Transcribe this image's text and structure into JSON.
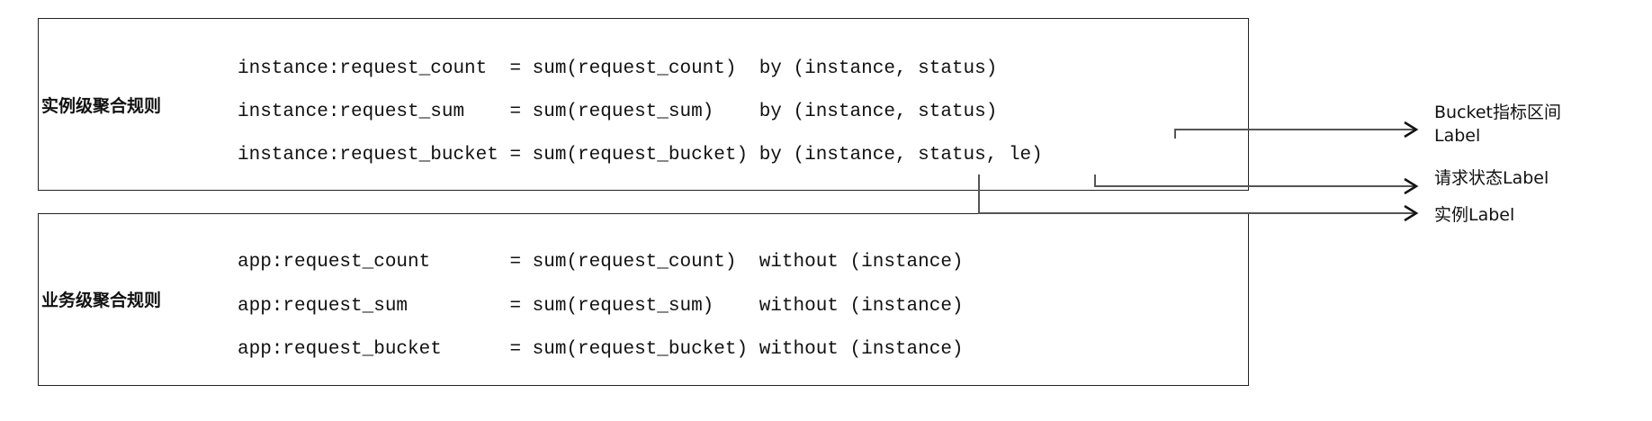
{
  "instance_rules": {
    "title": "实例级聚合规则",
    "lines": [
      "instance:request_count  = sum(request_count)  by (instance, status)",
      "instance:request_sum    = sum(request_sum)    by (instance, status)",
      "instance:request_bucket = sum(request_bucket) by (instance, status, le)"
    ]
  },
  "app_rules": {
    "title": "业务级聚合规则",
    "lines": [
      "app:request_count       = sum(request_count)  without (instance)",
      "app:request_sum         = sum(request_sum)    without (instance)",
      "app:request_bucket      = sum(request_bucket) without (instance)"
    ]
  },
  "annotations": {
    "bucket_label_line1": "Bucket指标区间",
    "bucket_label_line2": "Label",
    "status_label": "请求状态Label",
    "instance_label": "实例Label"
  },
  "colors": {
    "border": "#222222",
    "connector": "#555555",
    "text": "#111111"
  }
}
